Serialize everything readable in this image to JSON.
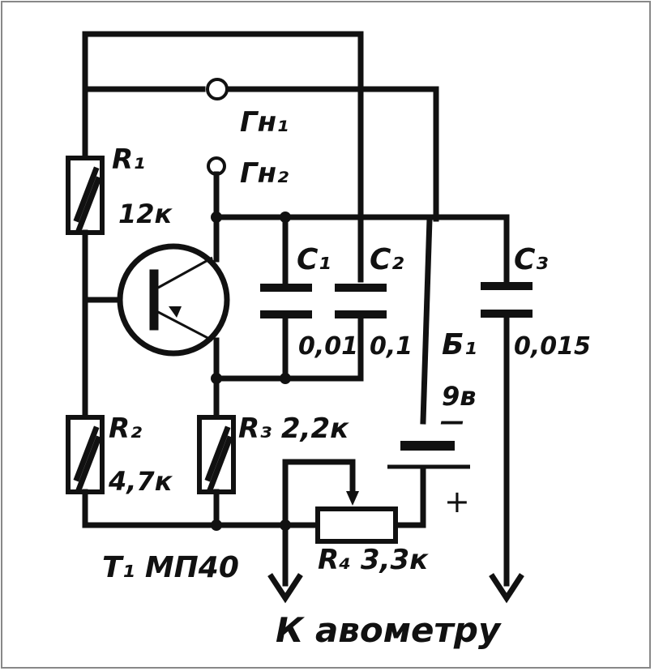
{
  "colors": {
    "ink": "#111111",
    "paper": "#ffffff",
    "frame": "#888888"
  },
  "labels": {
    "gn1": "Гн₁",
    "gn2": "Гн₂",
    "r1_name": "R₁",
    "r1_value": "12к",
    "r2_name": "R₂",
    "r2_value": "4,7к",
    "r3": "R₃ 2,2к",
    "r4": "R₄ 3,3к",
    "c1_name": "C₁",
    "c1_value": "0,01",
    "c2_name": "C₂",
    "c2_value": "0,1",
    "c3_name": "C₃",
    "c3_value": "0,015",
    "battery_name": "Б₁",
    "battery_value": "9в",
    "battery_minus": "—",
    "battery_plus": "+",
    "transistor": "T₁ МП40",
    "output": "К авометру"
  }
}
